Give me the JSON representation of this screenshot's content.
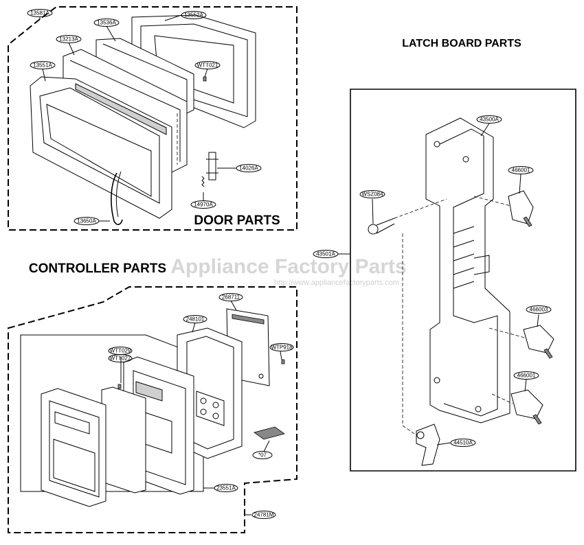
{
  "watermark": {
    "brand": "Appliance Factory Parts",
    "url": "http://www.appliancefactoryparts.com"
  },
  "sections": {
    "door": "DOOR PARTS",
    "controller": "CONTROLLER PARTS",
    "latch": "LATCH BOARD PARTS"
  },
  "parts": {
    "door": [
      "13581A",
      "13536A",
      "13552A",
      "13213A",
      "13551A",
      "WTT021",
      "14026A",
      "14970A",
      "13650A"
    ],
    "controller": [
      "268711",
      "248101",
      "WTT029",
      "WTT027",
      "WTP918",
      "*07",
      "23551A",
      "24781M"
    ],
    "latch": [
      "43500A",
      "466001",
      "WSZ084",
      "43501A",
      "466003",
      "466001",
      "44510A"
    ]
  }
}
